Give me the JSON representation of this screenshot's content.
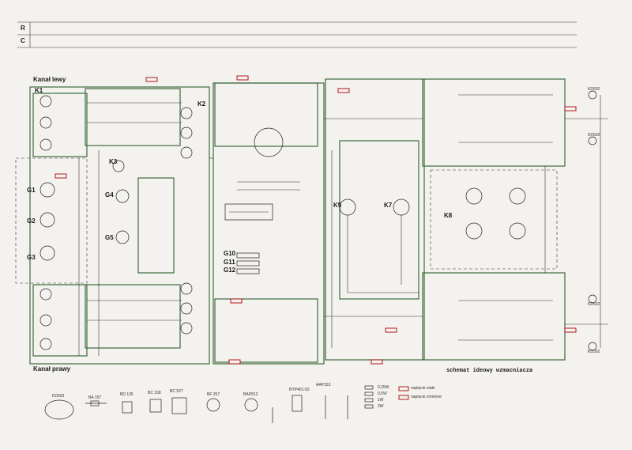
{
  "header": {
    "row_r": "R",
    "row_c": "C"
  },
  "channels": {
    "left": "Kanał lewy",
    "right": "Kanał prawy"
  },
  "connectors": {
    "k1": "K1",
    "k2": "K2",
    "k3": "K3",
    "k5": "K5",
    "k7": "K7",
    "k8": "K8"
  },
  "knobs": {
    "g1": "G1",
    "g2": "G2",
    "g3": "G3",
    "g4": "G4",
    "g5": "G5",
    "g10": "G10",
    "g11": "G11",
    "g12": "G12"
  },
  "transistors": {
    "t1": "KD502",
    "t2": "KD502",
    "t3": "KD502",
    "t4": "KD502"
  },
  "title": "schemat ideowy wzmacniacza",
  "legend": {
    "items": [
      "0,25W",
      "0,5W",
      "1W",
      "2W"
    ],
    "red1": "napięcie stałe",
    "red2": "napięcie zmienne"
  },
  "parts": [
    "KD503",
    "BA 157",
    "BD 135",
    "BC 158",
    "BC 527",
    "BF 257",
    "BAP812",
    "BYP401-50",
    "AAP153"
  ]
}
